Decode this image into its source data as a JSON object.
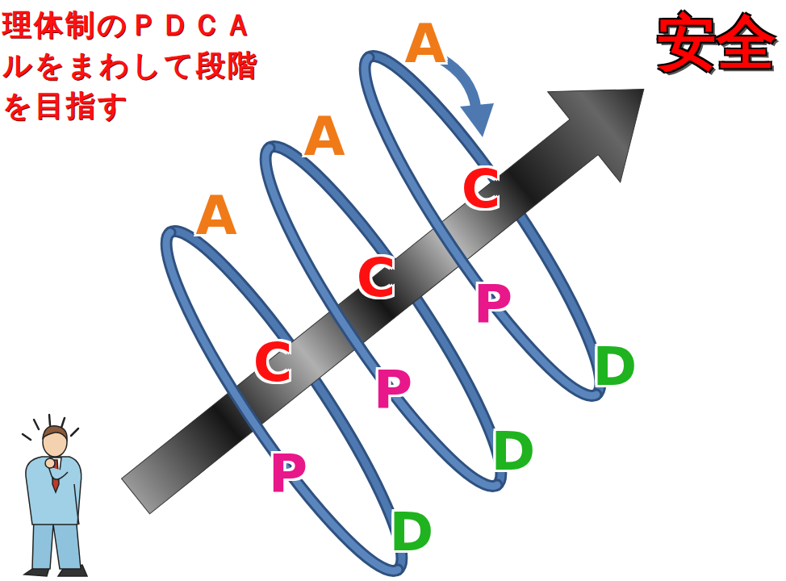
{
  "diagram": {
    "title": "理体制のＰＤＣＡ ルをまわして段階 を目指す",
    "labels": [
      "安全",
      "A",
      "C",
      "P",
      "D",
      "A",
      "C",
      "P",
      "D",
      "A",
      "C",
      "P",
      "D"
    ]
  }
}
